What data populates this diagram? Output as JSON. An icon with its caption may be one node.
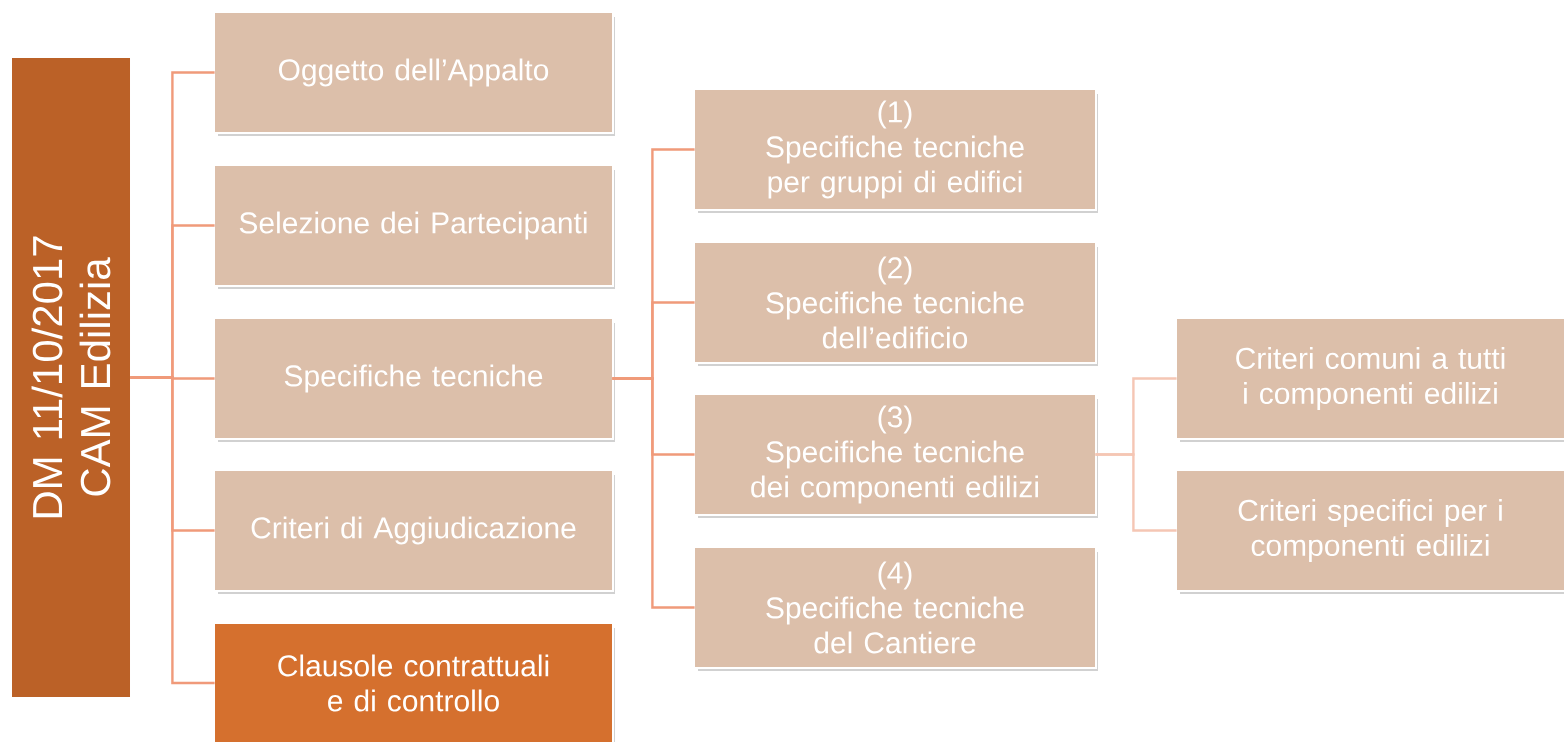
{
  "diagram": {
    "nodes": [
      {
        "text": [
          "DM 11/10/2017",
          "CAM Edilizia"
        ]
      },
      {
        "text": [
          "Oggetto dell’Appalto"
        ]
      },
      {
        "text": [
          "Selezione dei Partecipanti"
        ]
      },
      {
        "text": [
          "Specifiche tecniche"
        ]
      },
      {
        "text": [
          "Criteri di Aggiudicazione"
        ]
      },
      {
        "text": [
          "Clausole contrattuali e di controllo"
        ]
      },
      {
        "text": [
          "(1)",
          "Specifiche tecniche per gruppi di edifici"
        ]
      },
      {
        "text": [
          "(2)",
          "Specifiche tecniche dell’edificio"
        ]
      },
      {
        "text": [
          "(3)",
          "Specifiche tecniche dei componenti edilizi"
        ]
      },
      {
        "text": [
          "(4)",
          "Specifiche tecniche del Cantiere"
        ]
      },
      {
        "text": [
          "Criteri comuni a tutti i componenti edilizi"
        ]
      },
      {
        "text": [
          "Criteri specifici per i componenti edilizi"
        ]
      }
    ],
    "edges": [
      {
        "from": 0,
        "to": 1,
        "arrow": "none"
      },
      {
        "from": 0,
        "to": 2,
        "arrow": "none"
      },
      {
        "from": 0,
        "to": 3,
        "arrow": "none"
      },
      {
        "from": 0,
        "to": 4,
        "arrow": "none"
      },
      {
        "from": 0,
        "to": 5,
        "arrow": "none"
      },
      {
        "from": 3,
        "to": 6,
        "arrow": "none"
      },
      {
        "from": 3,
        "to": 7,
        "arrow": "none"
      },
      {
        "from": 3,
        "to": 8,
        "arrow": "none"
      },
      {
        "from": 3,
        "to": 9,
        "arrow": "none"
      },
      {
        "from": 8,
        "to": 10,
        "arrow": "none",
        "color": "#f5c6b4"
      },
      {
        "from": 8,
        "to": 11,
        "arrow": "none",
        "color": "#f5c6b4"
      }
    ]
  }
}
